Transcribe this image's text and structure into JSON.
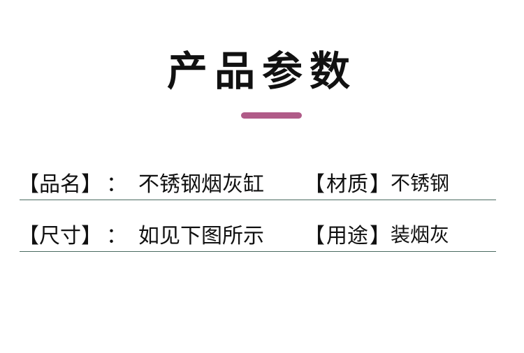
{
  "title": "产品参数",
  "accent_color": "#b05b88",
  "bracket_open": "【",
  "bracket_close": "】",
  "colon": "：",
  "rows": [
    {
      "left": {
        "label": "品名",
        "value": "不锈钢烟灰缸"
      },
      "right": {
        "label": "材质",
        "value": "不锈钢"
      }
    },
    {
      "left": {
        "label": "尺寸",
        "value": "如见下图所示"
      },
      "right": {
        "label": "用途",
        "value": "装烟灰"
      }
    }
  ]
}
